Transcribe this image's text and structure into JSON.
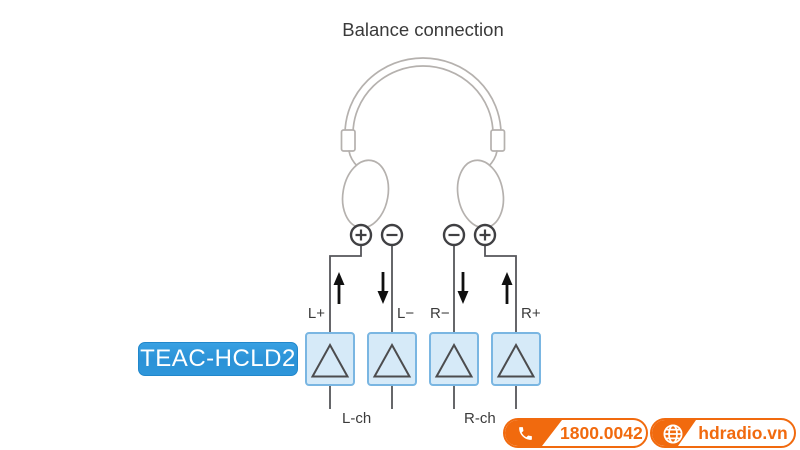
{
  "title": "Balance connection",
  "device": {
    "label": "TEAC-HCLD2"
  },
  "headphones": {
    "left_cup_terminals": [
      "+",
      "−"
    ],
    "right_cup_terminals": [
      "−",
      "+"
    ]
  },
  "signals": [
    {
      "label": "L+",
      "direction": "up"
    },
    {
      "label": "L−",
      "direction": "down"
    },
    {
      "label": "R−",
      "direction": "down"
    },
    {
      "label": "R+",
      "direction": "up"
    }
  ],
  "channels": [
    "L-ch",
    "R-ch"
  ],
  "amplifiers": {
    "count": 4,
    "symbol": "triangle-amp"
  },
  "footer": {
    "hotline": "1800.0042",
    "website": "hdradio.vn"
  },
  "colors": {
    "accent_blue": "#2e96da",
    "amp_fill": "#d6eaf8",
    "amp_border": "#7ab6e2",
    "orange": "#f16a0e",
    "outline_gray": "#b5b1ae",
    "wire_gray": "#55565a",
    "text_dark": "#3b3b3b"
  }
}
